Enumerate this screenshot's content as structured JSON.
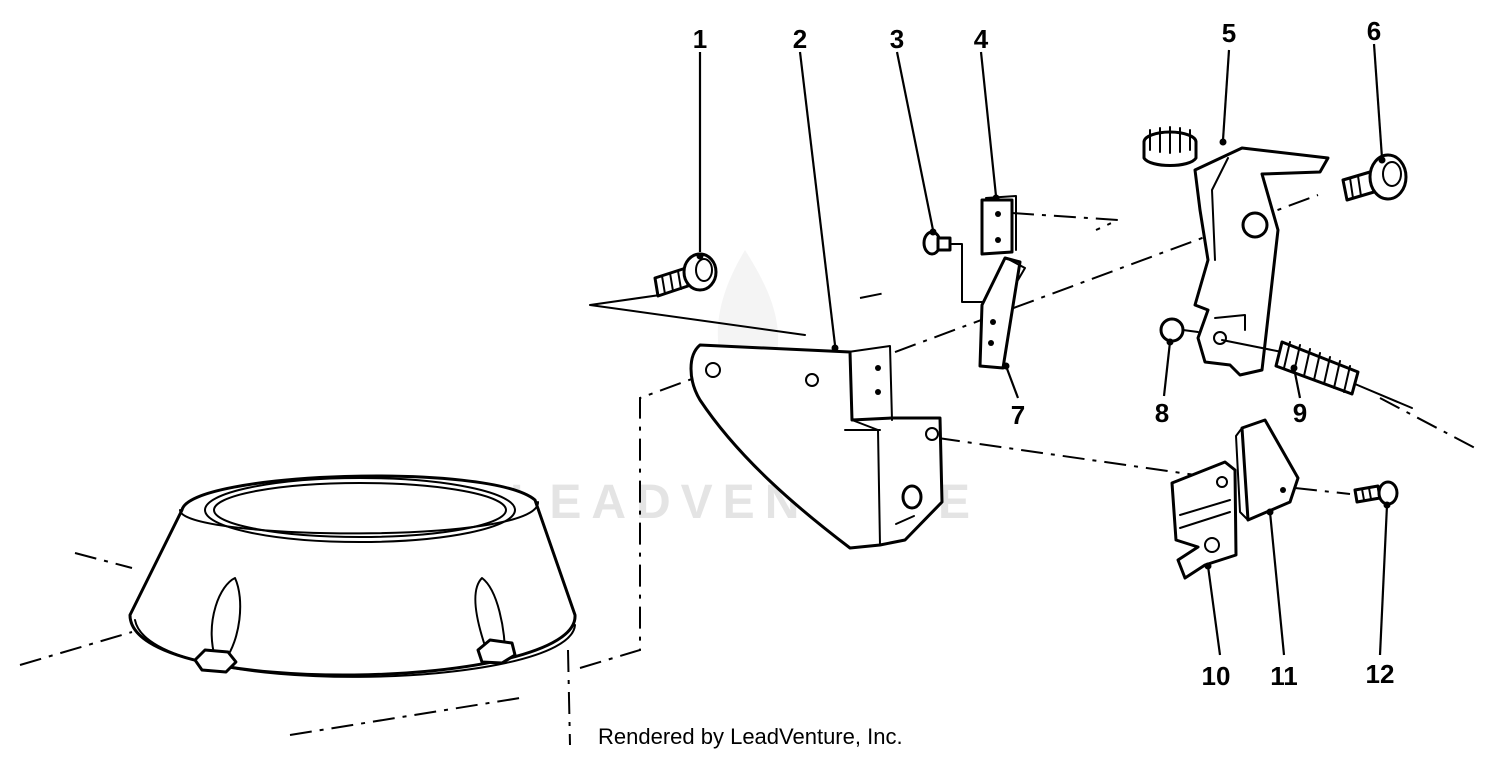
{
  "diagram": {
    "callouts": [
      {
        "id": 1,
        "label": "1"
      },
      {
        "id": 2,
        "label": "2"
      },
      {
        "id": 3,
        "label": "3"
      },
      {
        "id": 4,
        "label": "4"
      },
      {
        "id": 5,
        "label": "5"
      },
      {
        "id": 6,
        "label": "6"
      },
      {
        "id": 7,
        "label": "7"
      },
      {
        "id": 8,
        "label": "8"
      },
      {
        "id": 9,
        "label": "9"
      },
      {
        "id": 10,
        "label": "10"
      },
      {
        "id": 11,
        "label": "11"
      },
      {
        "id": 12,
        "label": "12"
      }
    ],
    "watermark": "LEADVENTURE",
    "footer": "Rendered by LeadVenture, Inc."
  }
}
